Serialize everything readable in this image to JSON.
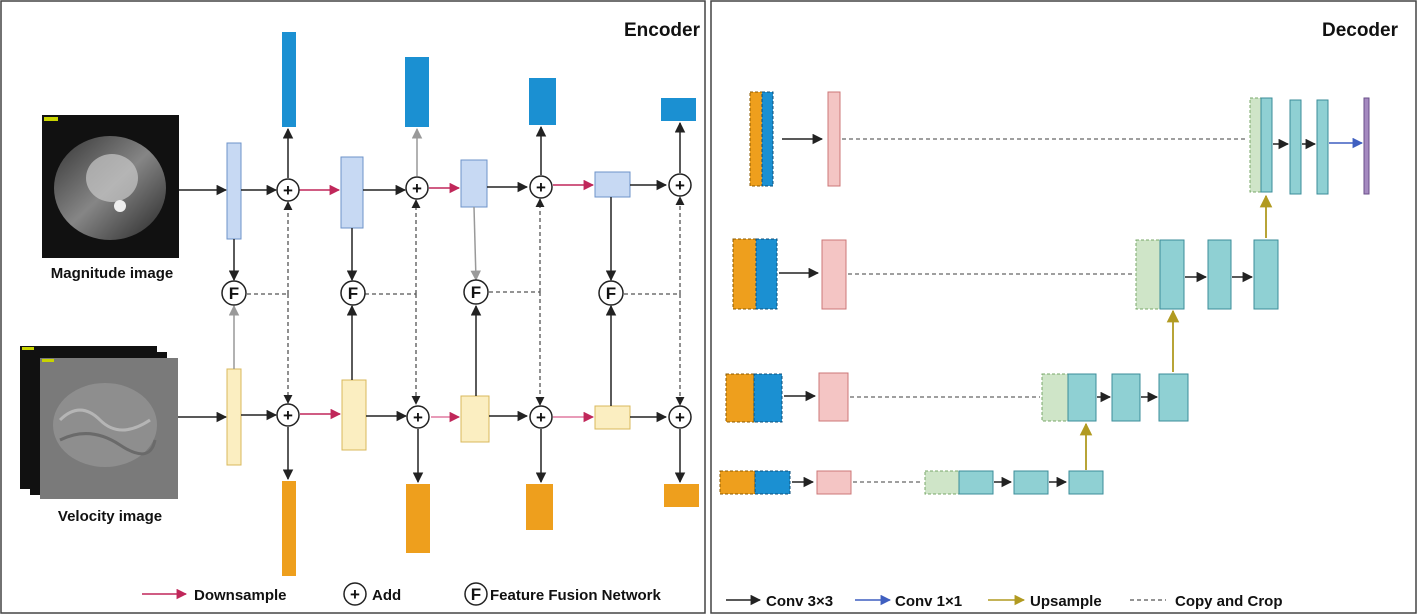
{
  "encoder": {
    "title": "Encoder",
    "magnitude_caption": "Magnitude image",
    "velocity_caption": "Velocity image",
    "add_symbol": "+",
    "fusion_symbol": "F",
    "legend": {
      "downsample": "Downsample",
      "add": "Add",
      "fusion": "Feature Fusion Network"
    }
  },
  "decoder": {
    "title": "Decoder",
    "legend": {
      "conv3": "Conv 3×3",
      "conv1": "Conv 1×1",
      "upsample": "Upsample",
      "copy_crop": "Copy and Crop"
    }
  },
  "colors": {
    "magnitude_feature": "#c7d9f3",
    "velocity_feature": "#fbeec1",
    "encoder_output_blue": "#1b90d2",
    "encoder_output_orange": "#ee9f1d",
    "decoder_pink": "#f4c5c4",
    "decoder_teal": "#8fd0d3",
    "decoder_green": "#cfe5c8",
    "decoder_purple": "#a58ac0",
    "downsample_arrow": "#c0275a",
    "conv1_arrow": "#3f5fc0",
    "upsample_arrow": "#b19a21"
  },
  "icons": [
    "right-arrow-icon",
    "add-circle-icon",
    "fusion-circle-icon"
  ]
}
